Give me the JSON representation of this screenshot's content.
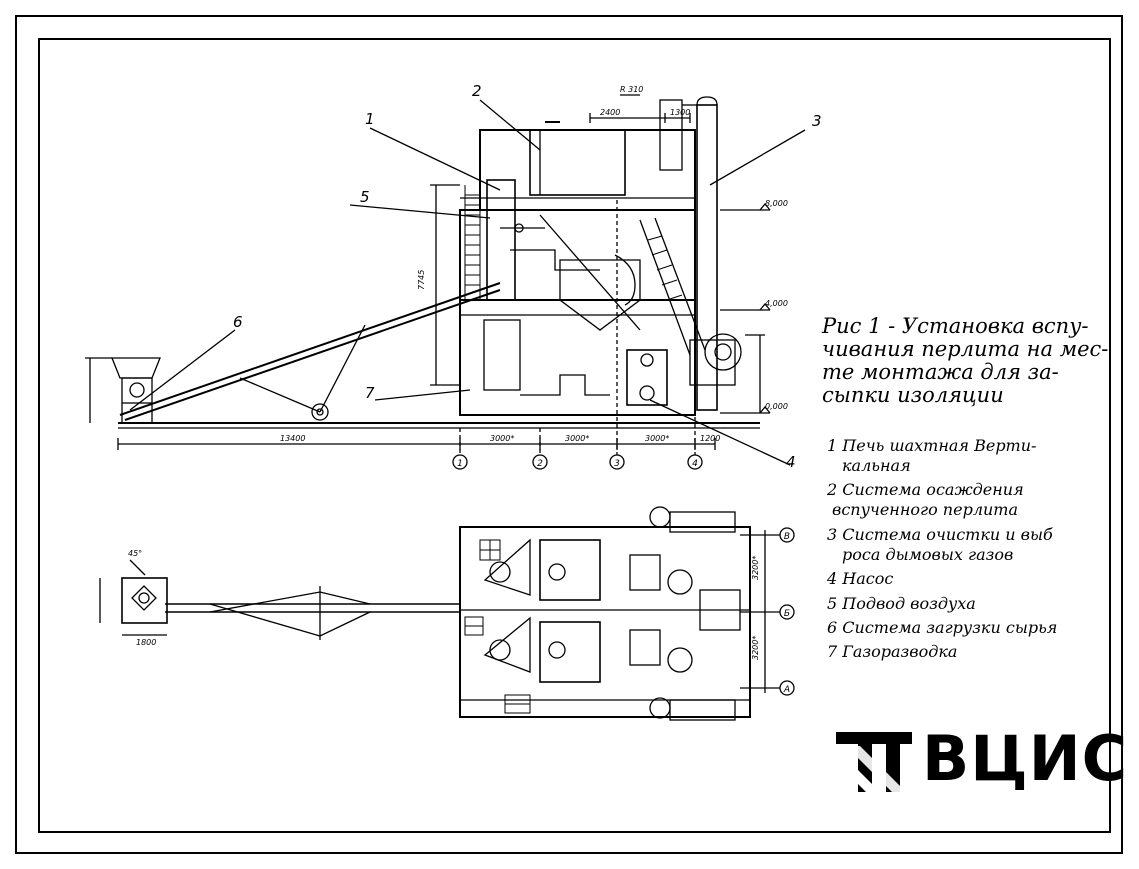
{
  "figure": {
    "title_lines": [
      "Рис 1 - Установка вспу-",
      "чивания перлита на мес-",
      "те монтажа для за-",
      "сыпки изоляции"
    ],
    "legend": [
      "1 Печь шахтная Верти-",
      "кальная",
      "2 Система осаждения",
      "вспученного перлита",
      "3 Система очистки и выб",
      "роса дымовых газов",
      "4 Насос",
      "5 Подвод воздуха",
      "6 Система загрузки сырья",
      "7 Газоразводка"
    ],
    "callouts": [
      "1",
      "2",
      "3",
      "4",
      "5",
      "6",
      "7"
    ],
    "axes": [
      "1",
      "2",
      "3",
      "4"
    ],
    "plan_axes": [
      "В",
      "Б",
      "А"
    ],
    "dimensions": {
      "overall": "13400",
      "span1": "3000*",
      "span2": "3000*",
      "span3": "3000*",
      "end": "1200",
      "top1": "2400",
      "top2": "1300",
      "radius": "R 310",
      "elev_top": "8,000",
      "elev_mid": "4,000",
      "elev_zero": "0,000",
      "height": "7745",
      "plan_v1": "3200*",
      "plan_v2": "3200*",
      "plan_w": "1800",
      "plan_angle": "45°"
    }
  },
  "logo": {
    "text": "ВЦИС"
  },
  "colors": {
    "ink": "#000000",
    "paper": "#ffffff"
  }
}
